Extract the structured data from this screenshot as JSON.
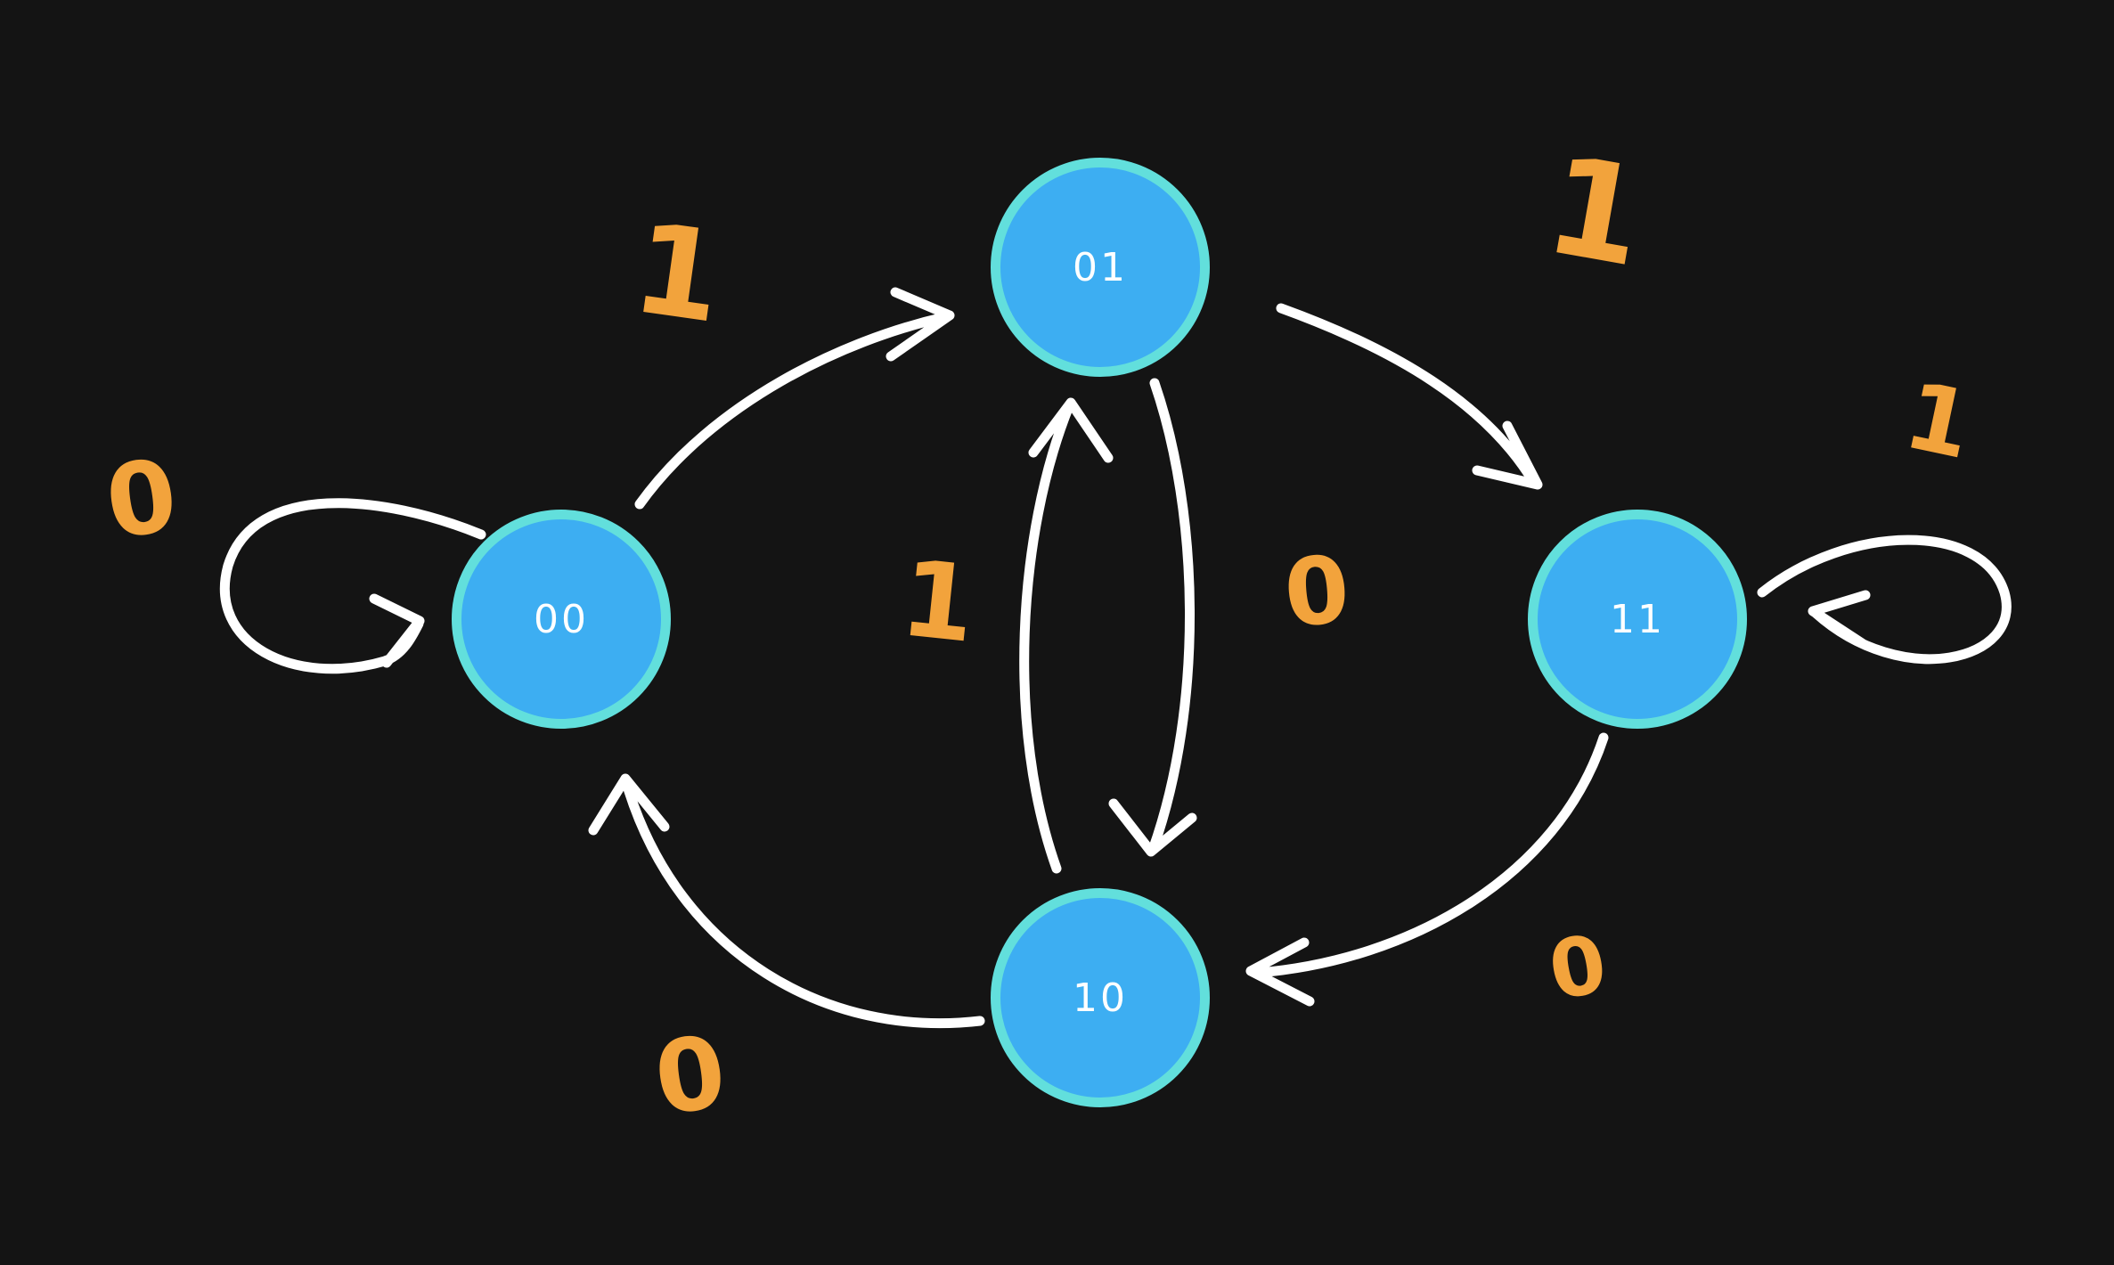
{
  "colors": {
    "background": "#141414",
    "node_fill": "#3daef2",
    "node_ring": "#62dfdc",
    "arrow": "#ffffff",
    "label_orange": "#f2a33c"
  },
  "states": [
    {
      "id": "00",
      "label": "00"
    },
    {
      "id": "01",
      "label": "01"
    },
    {
      "id": "10",
      "label": "10"
    },
    {
      "id": "11",
      "label": "11"
    }
  ],
  "transitions": [
    {
      "from": "00",
      "to": "00",
      "label": "0"
    },
    {
      "from": "00",
      "to": "01",
      "label": "1"
    },
    {
      "from": "01",
      "to": "11",
      "label": "1"
    },
    {
      "from": "11",
      "to": "11",
      "label": "1"
    },
    {
      "from": "01",
      "to": "10",
      "label": "0"
    },
    {
      "from": "10",
      "to": "01",
      "label": "1"
    },
    {
      "from": "11",
      "to": "10",
      "label": "0"
    },
    {
      "from": "10",
      "to": "00",
      "label": "0"
    }
  ]
}
